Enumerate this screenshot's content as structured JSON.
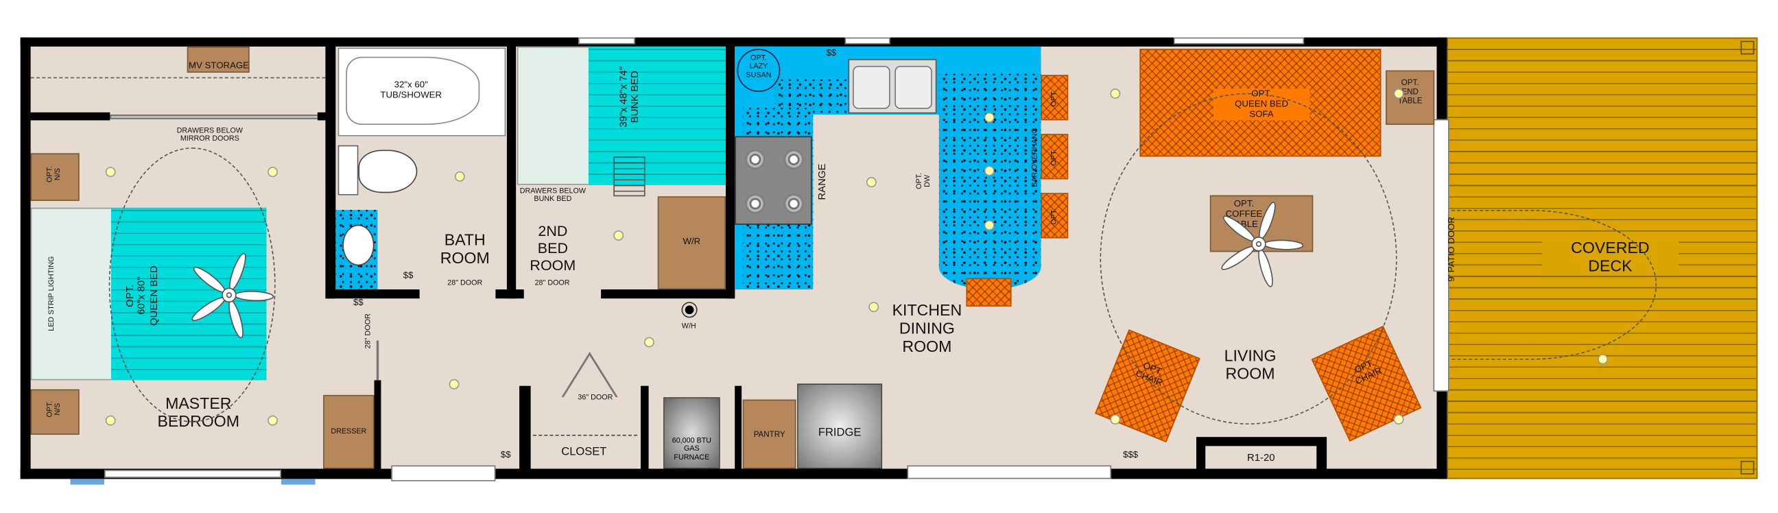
{
  "rooms": {
    "master": "MASTER\nBEDROOM",
    "bath": "BATH\nROOM",
    "bed2": "2ND\nBED\nROOM",
    "kitchen": "KITCHEN\nDINING\nROOM",
    "living": "LIVING\nROOM",
    "deck": "COVERED\nDECK",
    "closet": "CLOSET"
  },
  "labels": {
    "mv_storage": "MV STORAGE",
    "drawers_mirror": "DRAWERS BELOW\nMIRROR DOORS",
    "opt_ns_top": "OPT.\nN/S",
    "opt_ns_bottom": "OPT.\nN/S",
    "led": "LED STRIP LIGHTING",
    "queen_bed": "OPT.\n60\"x 80\"\nQUEEN BED",
    "dresser": "DRESSER",
    "door_28_master": "28\" DOOR",
    "tub": "32\"x 60\"\nTUB/SHOWER",
    "door_28_bath": "28\" DOOR",
    "bunk_bed": "39\"x 48\"x 74\"\nBUNK BED",
    "drawers_bunk": "DRAWERS BELOW\nBUNK BED",
    "door_28_bed2": "28\" DOOR",
    "wr": "W/R",
    "wh": "W/H",
    "door_36": "36\" DOOR",
    "furnace": "60,000 BTU\nGAS\nFURNACE",
    "pantry": "PANTRY",
    "fridge": "FRIDGE",
    "lazy_susan": "OPT.\nLAZY\nSUSAN",
    "range": "RANGE",
    "opt_dw": "OPT.\nDW",
    "bar_overhang": "BAR OVERHANG",
    "stool_opt": "OPT.",
    "sofa": "OPT.\nQUEEN BED\nSOFA",
    "end_table": "OPT.\nEND\nTABLE",
    "coffee_table": "OPT.\nCOFFEE\nTABLE",
    "chair": "OPT.\nCHAIR",
    "r_value": "R1-20",
    "patio_door": "9' PATIO DOOR",
    "switch": "$$",
    "switch3": "$$$"
  },
  "colors": {
    "wall": "#000000",
    "floor": "#e6dbd0",
    "bed": "#00dcdc",
    "counter": "#00b4f0",
    "furniture_orange": "#ff7a00",
    "wood": "#b5875a",
    "deck": "#dba400"
  }
}
